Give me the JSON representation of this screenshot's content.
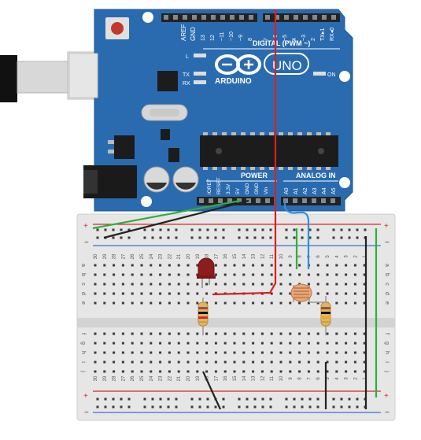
{
  "board": {
    "aref": "AREF",
    "gnd": "GND",
    "digital_pins": [
      "13",
      "12",
      "~11",
      "~10",
      "~9",
      "8",
      "7",
      "~6",
      "~5",
      "4",
      "~3",
      "2",
      "TX▸1",
      "RX◂0"
    ],
    "digital_label": "DIGITAL (PWM ~)",
    "l_label": "L",
    "tx_label": "TX",
    "rx_label": "RX",
    "brand": "ARDUINO",
    "model": "UNO",
    "on_label": "ON",
    "power_label": "POWER",
    "analog_label": "ANALOG IN",
    "power_pins": [
      "IOREF",
      "RESET",
      "3.3V",
      "5V",
      "GND",
      "GND",
      "Vin"
    ],
    "analog_pins": [
      "A0",
      "A1",
      "A2",
      "A3",
      "A4",
      "A5"
    ],
    "plus": "+",
    "minus": "−"
  },
  "breadboard": {
    "row_letters_top": [
      "a",
      "b",
      "c",
      "d",
      "e"
    ],
    "row_letters_bottom": [
      "f",
      "g",
      "h",
      "i",
      "j"
    ],
    "column_count": 30,
    "column_numbers_shown": [
      30,
      29,
      28,
      27,
      26,
      25,
      24,
      23,
      22,
      21,
      20,
      19,
      18,
      17,
      16,
      15,
      14,
      13,
      12,
      11,
      10,
      9,
      8,
      7,
      6,
      5,
      4,
      3,
      2,
      1
    ]
  },
  "colors": {
    "board": "#2a6bb0",
    "wire_red": "#d92020",
    "wire_green": "#2fae3a",
    "wire_blue": "#2d8fe0",
    "wire_black": "#222222",
    "rail_red": "#d62828",
    "rail_blue": "#3a6fd0"
  },
  "components": {
    "led_color": "red",
    "resistor_count": 2,
    "photoresistor_count": 1
  }
}
